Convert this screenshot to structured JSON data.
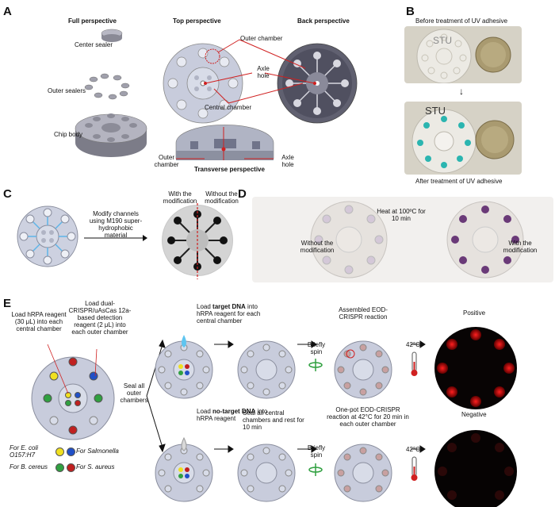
{
  "panels": {
    "A": "A",
    "B": "B",
    "C": "C",
    "D": "D",
    "E": "E"
  },
  "panelA": {
    "full_perspective": "Full perspective",
    "top_perspective": "Top perspective",
    "back_perspective": "Back perspective",
    "center_sealer": "Center sealer",
    "outer_sealers": "Outer sealers",
    "chip_body": "Chip body",
    "outer_chamber": "Outer chamber",
    "axle_hole": "Axle hole",
    "central_chamber": "Central chamber",
    "outer_chamber_2": "Outer chamber",
    "axle_hole_2": "Axle hole",
    "transverse_perspective": "Transverse perspective"
  },
  "panelB": {
    "before": "Before treatment of UV adhesive",
    "after": "After treatment of UV adhesive",
    "chip_text": "STU"
  },
  "panelC": {
    "with_mod": "With the modification",
    "without_mod": "Without the modification",
    "arrow_text": "Modify channels using M190 super-hydrophobic material"
  },
  "panelD": {
    "heat": "Heat at 100ºC for 10 min",
    "without": "Without the modification",
    "with": "With the modification"
  },
  "panelE": {
    "load_hrpa": "Load hRPA reagent (30 μL) into each central chamber",
    "load_dual": "Load dual-CRISPR/uAsCas 12a-based detection reagent (2 μL) into each outer chamber",
    "seal_outer": "Seal all outer chambers",
    "load_target_pre": "Load ",
    "load_target_bold": "target DNA",
    "load_target_post": " into hRPA reagent for each central chamber",
    "load_notarget_pre": "Load ",
    "load_notarget_bold": "no-target DNA",
    "load_notarget_post": " into hRPA reagent",
    "seal_central": "Seal all central chambers and rest for 10 min",
    "briefly_spin_1": "Briefly spin",
    "briefly_spin_2": "Briefly spin",
    "assembled": "Assembled EOD-CRISPR reaction",
    "onepot": "One-pot EOD-CRISPR reaction at 42°C for 20 min in each outer chamber",
    "temp1": "42°C",
    "temp2": "42°C",
    "positive": "Positive",
    "negative": "Negative",
    "legend": [
      {
        "label": "For E. coli O157:H7",
        "color": "#f0e020"
      },
      {
        "label": "For Salmonella",
        "color": "#2050c8"
      },
      {
        "label": "For B. cereus",
        "color": "#30a040"
      },
      {
        "label": "For S. aureus",
        "color": "#c02020"
      }
    ]
  }
}
